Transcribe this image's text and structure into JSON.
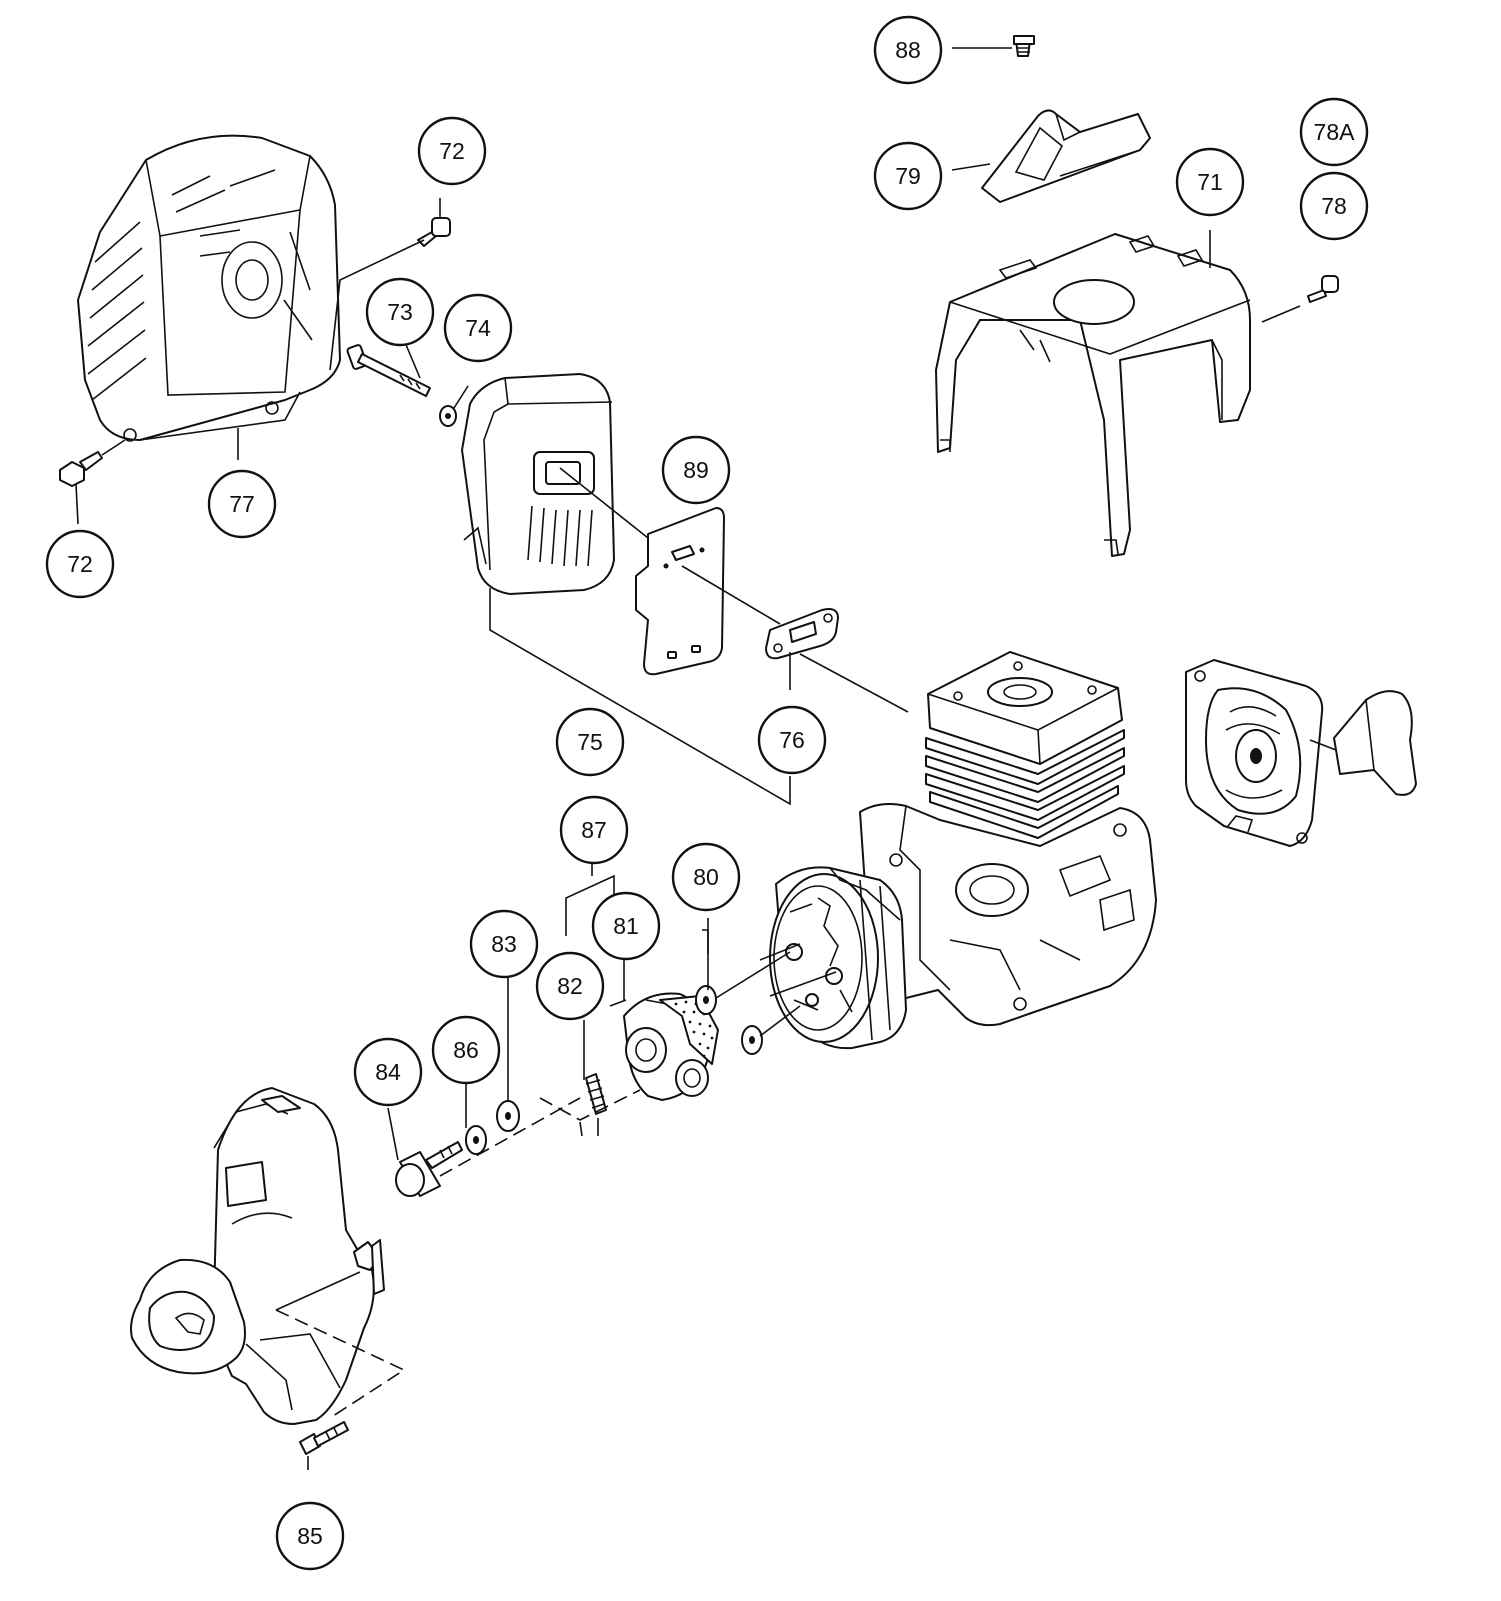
{
  "callouts": [
    {
      "id": "c88",
      "label": "88"
    },
    {
      "id": "c79",
      "label": "79"
    },
    {
      "id": "c78a",
      "label": "78A"
    },
    {
      "id": "c71",
      "label": "71"
    },
    {
      "id": "c78",
      "label": "78"
    },
    {
      "id": "c72a",
      "label": "72"
    },
    {
      "id": "c73",
      "label": "73"
    },
    {
      "id": "c74",
      "label": "74"
    },
    {
      "id": "c77",
      "label": "77"
    },
    {
      "id": "c72b",
      "label": "72"
    },
    {
      "id": "c89",
      "label": "89"
    },
    {
      "id": "c75",
      "label": "75"
    },
    {
      "id": "c76",
      "label": "76"
    },
    {
      "id": "c87",
      "label": "87"
    },
    {
      "id": "c80",
      "label": "80"
    },
    {
      "id": "c81",
      "label": "81"
    },
    {
      "id": "c83",
      "label": "83"
    },
    {
      "id": "c82",
      "label": "82"
    },
    {
      "id": "c86",
      "label": "86"
    },
    {
      "id": "c84",
      "label": "84"
    },
    {
      "id": "c85",
      "label": "85"
    }
  ],
  "parts": [
    "air-cleaner-cover",
    "muffler",
    "muffler-protector",
    "muffler-gasket",
    "top-cover",
    "cover-grip",
    "engine-cylinder",
    "recoil-starter",
    "flywheel",
    "clutch",
    "clutch-drum-case"
  ]
}
